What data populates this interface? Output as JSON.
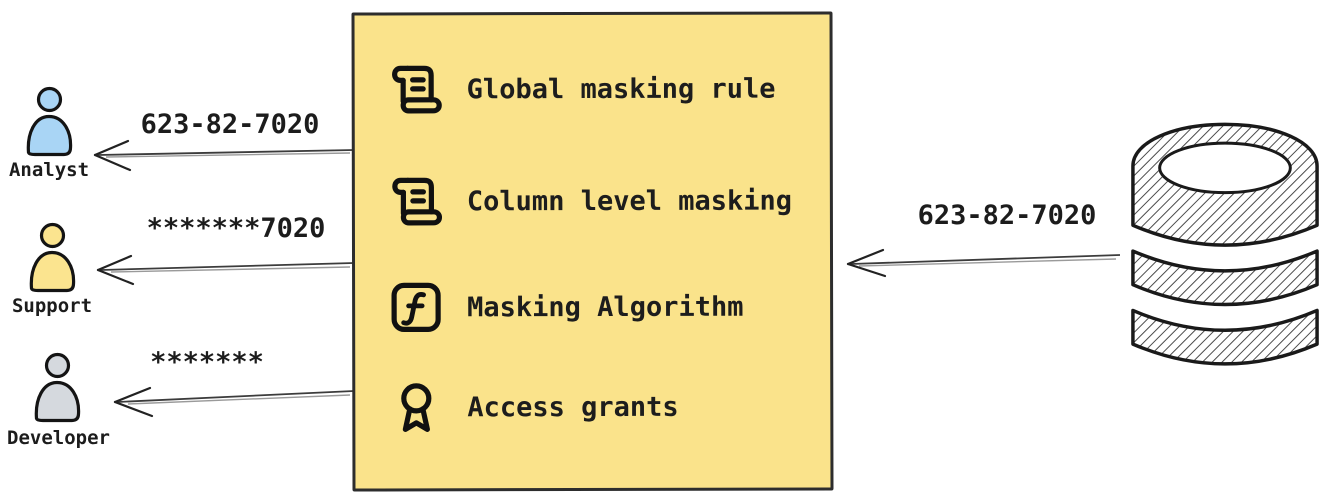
{
  "diagram_title": "data-masking-flow",
  "personas": [
    {
      "name": "Analyst",
      "masked_value": "623-82-7020",
      "color": "#a9d5f5"
    },
    {
      "name": "Support",
      "masked_value": "*******7020",
      "color": "#fbe48f"
    },
    {
      "name": "Developer",
      "masked_value": "*******",
      "color": "#d5d9de"
    }
  ],
  "masking_box": {
    "background": "#fae38b",
    "border_color": "#2d2d2d",
    "items": [
      {
        "icon": "scroll-icon",
        "label": "Global masking rule"
      },
      {
        "icon": "scroll-icon",
        "label": "Column level masking"
      },
      {
        "icon": "function-icon",
        "label": "Masking Algorithm"
      },
      {
        "icon": "award-icon",
        "label": "Access grants"
      }
    ]
  },
  "database": {
    "icon": "database-icon",
    "outgoing_value": "623-82-7020"
  }
}
